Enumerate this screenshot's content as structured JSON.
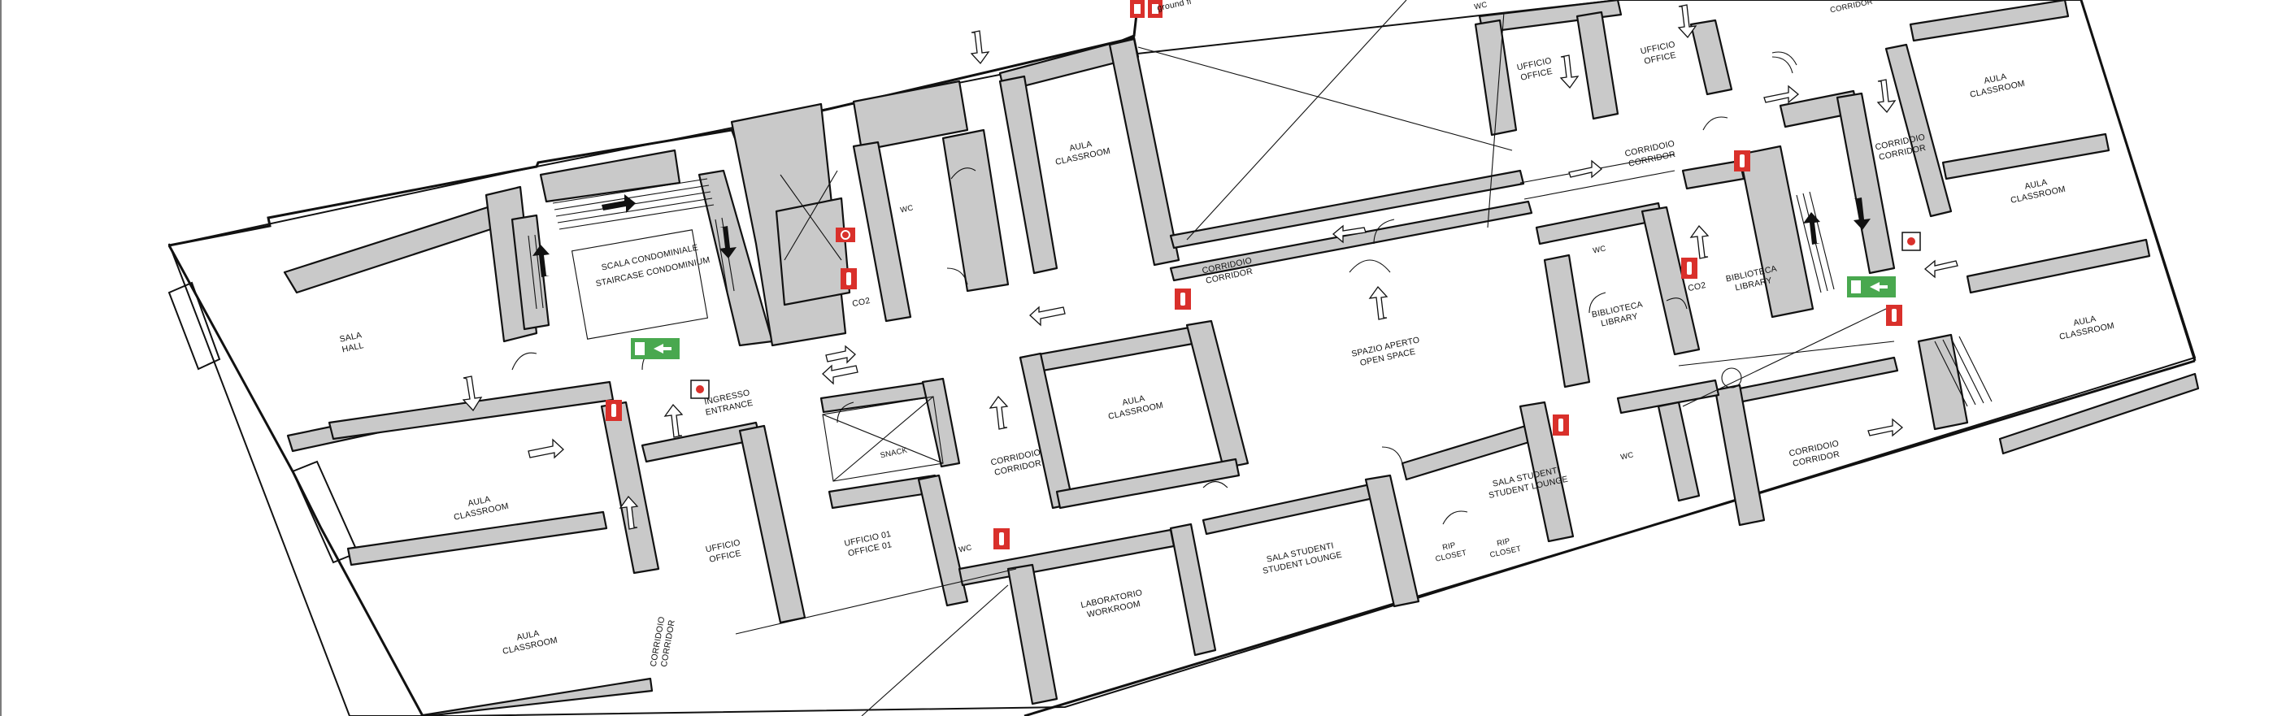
{
  "legend": {
    "top_fragment": "ground fl"
  },
  "rooms": {
    "sala": [
      "SALA",
      "HALL"
    ],
    "staircase": [
      "SCALA CONDOMINIALE",
      "STAIRCASE CONDOMINIUM"
    ],
    "aula_classroom_1": [
      "AULA",
      "CLASSROOM"
    ],
    "aula_classroom_2": [
      "AULA",
      "CLASSROOM"
    ],
    "aula_classroom_3": [
      "AULA",
      "CLASSROOM"
    ],
    "aula_classroom_4": [
      "AULA",
      "CLASSROOM"
    ],
    "aula_classroom_5": [
      "AULA",
      "CLASSROOM"
    ],
    "aula_classroom_6": [
      "AULA",
      "CLASSROOM"
    ],
    "aula_classroom_7": [
      "AULA",
      "CLASSROOM"
    ],
    "ingresso": [
      "INGRESSO",
      "ENTRANCE"
    ],
    "snack": [
      "SNACK"
    ],
    "ufficio_left": [
      "UFFICIO",
      "OFFICE"
    ],
    "ufficio_01": [
      "UFFICIO 01",
      "OFFICE 01"
    ],
    "corridoio_left": [
      "CORRIDOIO",
      "CORRIDOR"
    ],
    "corridoio_mid": [
      "CORRIDOIO",
      "CORRIDOR"
    ],
    "corridoio_top": [
      "CORRIDOIO",
      "CORRIDOR"
    ],
    "corridoio_upper_right": [
      "CORRIDOIO",
      "CORRIDOR"
    ],
    "corridoio_right": [
      "CORRIDOIO",
      "CORRIDOR"
    ],
    "corridoio_bottom_right": [
      "CORRIDOIO",
      "CORRIDOR"
    ],
    "laboratorio": [
      "LABORATORIO",
      "WORKROOM"
    ],
    "sala_studenti_1": [
      "SALA STUDENTI",
      "STUDENT LOUNGE"
    ],
    "sala_studenti_2": [
      "SALA STUDENTI",
      "STUDENT LOUNGE"
    ],
    "spazio_aperto": [
      "SPAZIO APERTO",
      "OPEN SPACE"
    ],
    "rip_closet_1": [
      "RIP",
      "CLOSET"
    ],
    "rip_closet_2": [
      "RIP",
      "CLOSET"
    ],
    "biblioteca_1": [
      "BIBLIOTECA",
      "LIBRARY"
    ],
    "biblioteca_2": [
      "BIBLIOTECA",
      "LIBRARY"
    ],
    "ufficio_top_1": [
      "UFFICIO",
      "OFFICE"
    ],
    "ufficio_top_2": [
      "UFFICIO",
      "OFFICE"
    ],
    "wc_1": "WC",
    "wc_2": "WC",
    "wc_3": "WC",
    "wc_4": "WC",
    "wc_5": "WC",
    "top_corridor_fragment": "CORRIDOR"
  },
  "markers": {
    "co2_1": "CO2",
    "co2_2": "CO2"
  },
  "icons": {
    "extinguisher": "fire-extinguisher-icon",
    "fire_hose": "fire-hose-icon",
    "exit": "emergency-exit-icon",
    "alarm": "fire-alarm-icon"
  },
  "colors": {
    "extinguisher": "#d9302b",
    "exit": "#49a84f",
    "wall_fill": "#c9c9c9"
  }
}
